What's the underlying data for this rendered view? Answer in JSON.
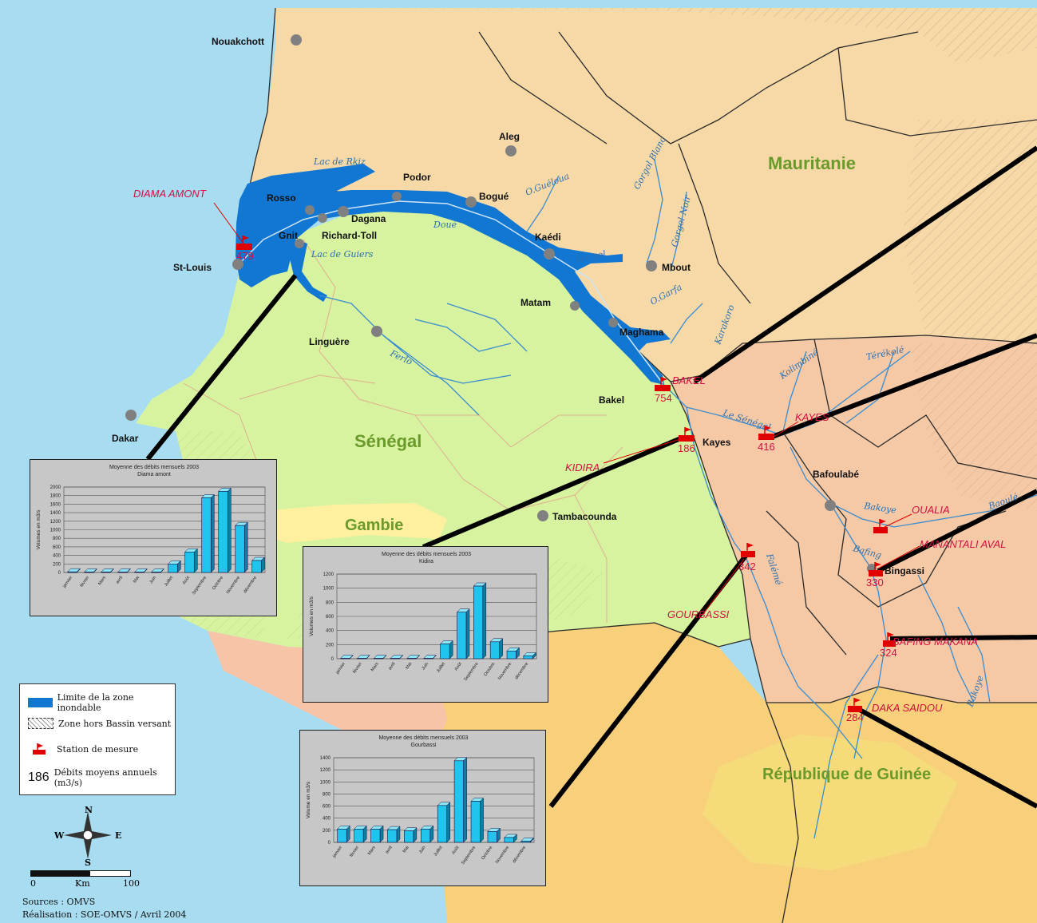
{
  "colors": {
    "sea": "#a8dcf0",
    "mauritania": "#f7d9a8",
    "senegal": "#d7f3a0",
    "mali": "#f5c9a6",
    "guinea": "#f8cf7a",
    "gambia": "#fff0a0",
    "river_flood": "#1277d2",
    "river": "#3a8cd0",
    "station": "#e00000",
    "city": "#808080"
  },
  "countries": {
    "mauritanie": "Mauritanie",
    "senegal": "Sénégal",
    "gambie": "Gambie",
    "guinee": "République de Guinée"
  },
  "cities": [
    {
      "id": "nouakchott",
      "label": "Nouakchott"
    },
    {
      "id": "aleg",
      "label": "Aleg"
    },
    {
      "id": "podor",
      "label": "Podor"
    },
    {
      "id": "rosso",
      "label": "Rosso"
    },
    {
      "id": "bogue",
      "label": "Bogué"
    },
    {
      "id": "dagana",
      "label": "Dagana"
    },
    {
      "id": "gnit",
      "label": "Gnit"
    },
    {
      "id": "richard-toll",
      "label": "Richard-Toll"
    },
    {
      "id": "st-louis",
      "label": "St-Louis"
    },
    {
      "id": "kaedi",
      "label": "Kaédi"
    },
    {
      "id": "mbout",
      "label": "Mbout"
    },
    {
      "id": "matam",
      "label": "Matam"
    },
    {
      "id": "maghama",
      "label": "Maghama"
    },
    {
      "id": "linguere",
      "label": "Linguère"
    },
    {
      "id": "bakel-city",
      "label": "Bakel"
    },
    {
      "id": "dakar",
      "label": "Dakar"
    },
    {
      "id": "kayes-city",
      "label": "Kayes"
    },
    {
      "id": "tambacounda",
      "label": "Tambacounda"
    },
    {
      "id": "bafoulabe",
      "label": "Bafoulabé"
    },
    {
      "id": "bingassi",
      "label": "Bingassi"
    }
  ],
  "water_labels": [
    {
      "id": "lac-de-rkiz",
      "label": "Lac de Rkiz"
    },
    {
      "id": "lac-de-guiers",
      "label": "Lac de Guiers"
    },
    {
      "id": "doue",
      "label": "Doué"
    },
    {
      "id": "o-gueloua",
      "label": "O.Guéloua"
    },
    {
      "id": "gorgol-blanc",
      "label": "Gorgol Blanc"
    },
    {
      "id": "gorgol-noir",
      "label": "Gorgol Noir"
    },
    {
      "id": "gorgol",
      "label": "Gorgol"
    },
    {
      "id": "o-garfa",
      "label": "O.Garfa"
    },
    {
      "id": "ferlo",
      "label": "Ferlo"
    },
    {
      "id": "karakoro",
      "label": "Karakoro"
    },
    {
      "id": "kolimbine",
      "label": "Kolimbiné"
    },
    {
      "id": "terekole",
      "label": "Térékolé"
    },
    {
      "id": "le-senegal",
      "label": "Le Sénégal"
    },
    {
      "id": "bakoye",
      "label": "Bakoye"
    },
    {
      "id": "baoule",
      "label": "Baoulé"
    },
    {
      "id": "bafing",
      "label": "Bafing"
    },
    {
      "id": "faleme",
      "label": "Falémé"
    },
    {
      "id": "bakoye-2",
      "label": "Bakoye"
    }
  ],
  "stations": [
    {
      "id": "diama-amont",
      "name": "DIAMA AMONT",
      "value": "479"
    },
    {
      "id": "bakel",
      "name": "BAKEL",
      "value": "754"
    },
    {
      "id": "kidira",
      "name": "KIDIRA",
      "value": "186"
    },
    {
      "id": "kayes",
      "name": "KAYES",
      "value": "416"
    },
    {
      "id": "oualia",
      "name": "OUALIA",
      "value": ""
    },
    {
      "id": "gourbassi",
      "name": "GOURBASSI",
      "value": "342"
    },
    {
      "id": "manantali-aval",
      "name": "MANANTALI AVAL",
      "value": "330"
    },
    {
      "id": "bafing-makana",
      "name": "BAFING MAKANA",
      "value": "324"
    },
    {
      "id": "daka-saidou",
      "name": "DAKA SAIDOU",
      "value": "284"
    }
  ],
  "chart_data": [
    {
      "type": "bar",
      "title": "Moyenne des débits mensuels 2003",
      "subtitle": "Diama amont",
      "ylabel": "Volumes en m3/s",
      "xlabel": "",
      "categories": [
        "janvier",
        "février",
        "Mars",
        "avril",
        "Mai",
        "Juin",
        "Juillet",
        "Août",
        "Septembre",
        "Octobre",
        "Novembre",
        "décembre"
      ],
      "values": [
        15,
        10,
        10,
        10,
        10,
        10,
        200,
        480,
        1750,
        1900,
        1100,
        280
      ],
      "ylim": [
        0,
        2000
      ],
      "yticks": [
        "0",
        "200",
        "400",
        "600",
        "800",
        "1000",
        "1200",
        "1400",
        "1600",
        "1800",
        "2000"
      ],
      "ytick_values": [
        0,
        200,
        400,
        600,
        800,
        1000,
        1200,
        1400,
        1600,
        1800,
        2000
      ],
      "grid": true
    },
    {
      "type": "bar",
      "title": "Moyenne des débits mensuels 2003",
      "subtitle": "Kidira",
      "ylabel": "Volumes en m3/s",
      "xlabel": "",
      "categories": [
        "janvier",
        "février",
        "Mars",
        "avril",
        "Mai",
        "Juin",
        "Juillet",
        "Août",
        "Septembre",
        "Octobre",
        "Novembre",
        "décembre"
      ],
      "values": [
        5,
        5,
        5,
        5,
        5,
        5,
        210,
        660,
        1030,
        240,
        110,
        40
      ],
      "ylim": [
        0,
        1200
      ],
      "yticks": [
        "0",
        "200",
        "400",
        "600",
        "800",
        "1000",
        "1200"
      ],
      "ytick_values": [
        0,
        200,
        400,
        600,
        800,
        1000,
        1200
      ],
      "grid": true
    },
    {
      "type": "bar",
      "title": "Moyenne des débits mensuels 2003",
      "subtitle": "Gourbassi",
      "ylabel": "Volume en m3/s",
      "xlabel": "",
      "categories": [
        "janvier",
        "février",
        "Mars",
        "avril",
        "Mai",
        "Juin",
        "Juillet",
        "Août",
        "Septembre",
        "Octobre",
        "Novembre",
        "décembre"
      ],
      "values": [
        220,
        220,
        220,
        210,
        190,
        220,
        610,
        1350,
        680,
        180,
        80,
        20
      ],
      "ylim": [
        0,
        1400
      ],
      "yticks": [
        "0",
        "200",
        "400",
        "600",
        "800",
        "1000",
        "1200",
        "1400"
      ],
      "ytick_values": [
        0,
        200,
        400,
        600,
        800,
        1000,
        1200,
        1400
      ],
      "grid": true
    }
  ],
  "legend": {
    "flood_zone": "Limite de la zone inondable",
    "outside_basin": "Zone hors Bassin versant",
    "station": "Station de mesure",
    "sample_value": "186",
    "flow": "Débits moyens annuels (m3/s)"
  },
  "compass": {
    "n": "N",
    "s": "S",
    "e": "E",
    "w": "W"
  },
  "scale": {
    "start": "0",
    "unit": "Km",
    "end": "100"
  },
  "sources": {
    "line1": "Sources : OMVS",
    "line2": "Réalisation : SOE-OMVS / Avril 2004"
  }
}
